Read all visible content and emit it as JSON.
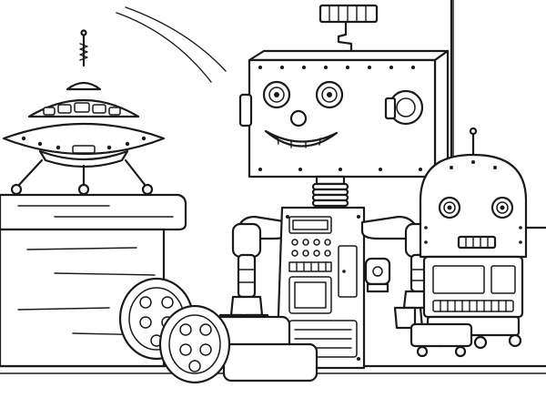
{
  "scene": {
    "kind": "coloring-page line art",
    "palette": {
      "ink": "#1a1a1a",
      "paper": "#ffffff"
    },
    "objects": [
      "flying-saucer-toy",
      "wooden-shelf",
      "box-head-robot",
      "dome-robot"
    ]
  }
}
